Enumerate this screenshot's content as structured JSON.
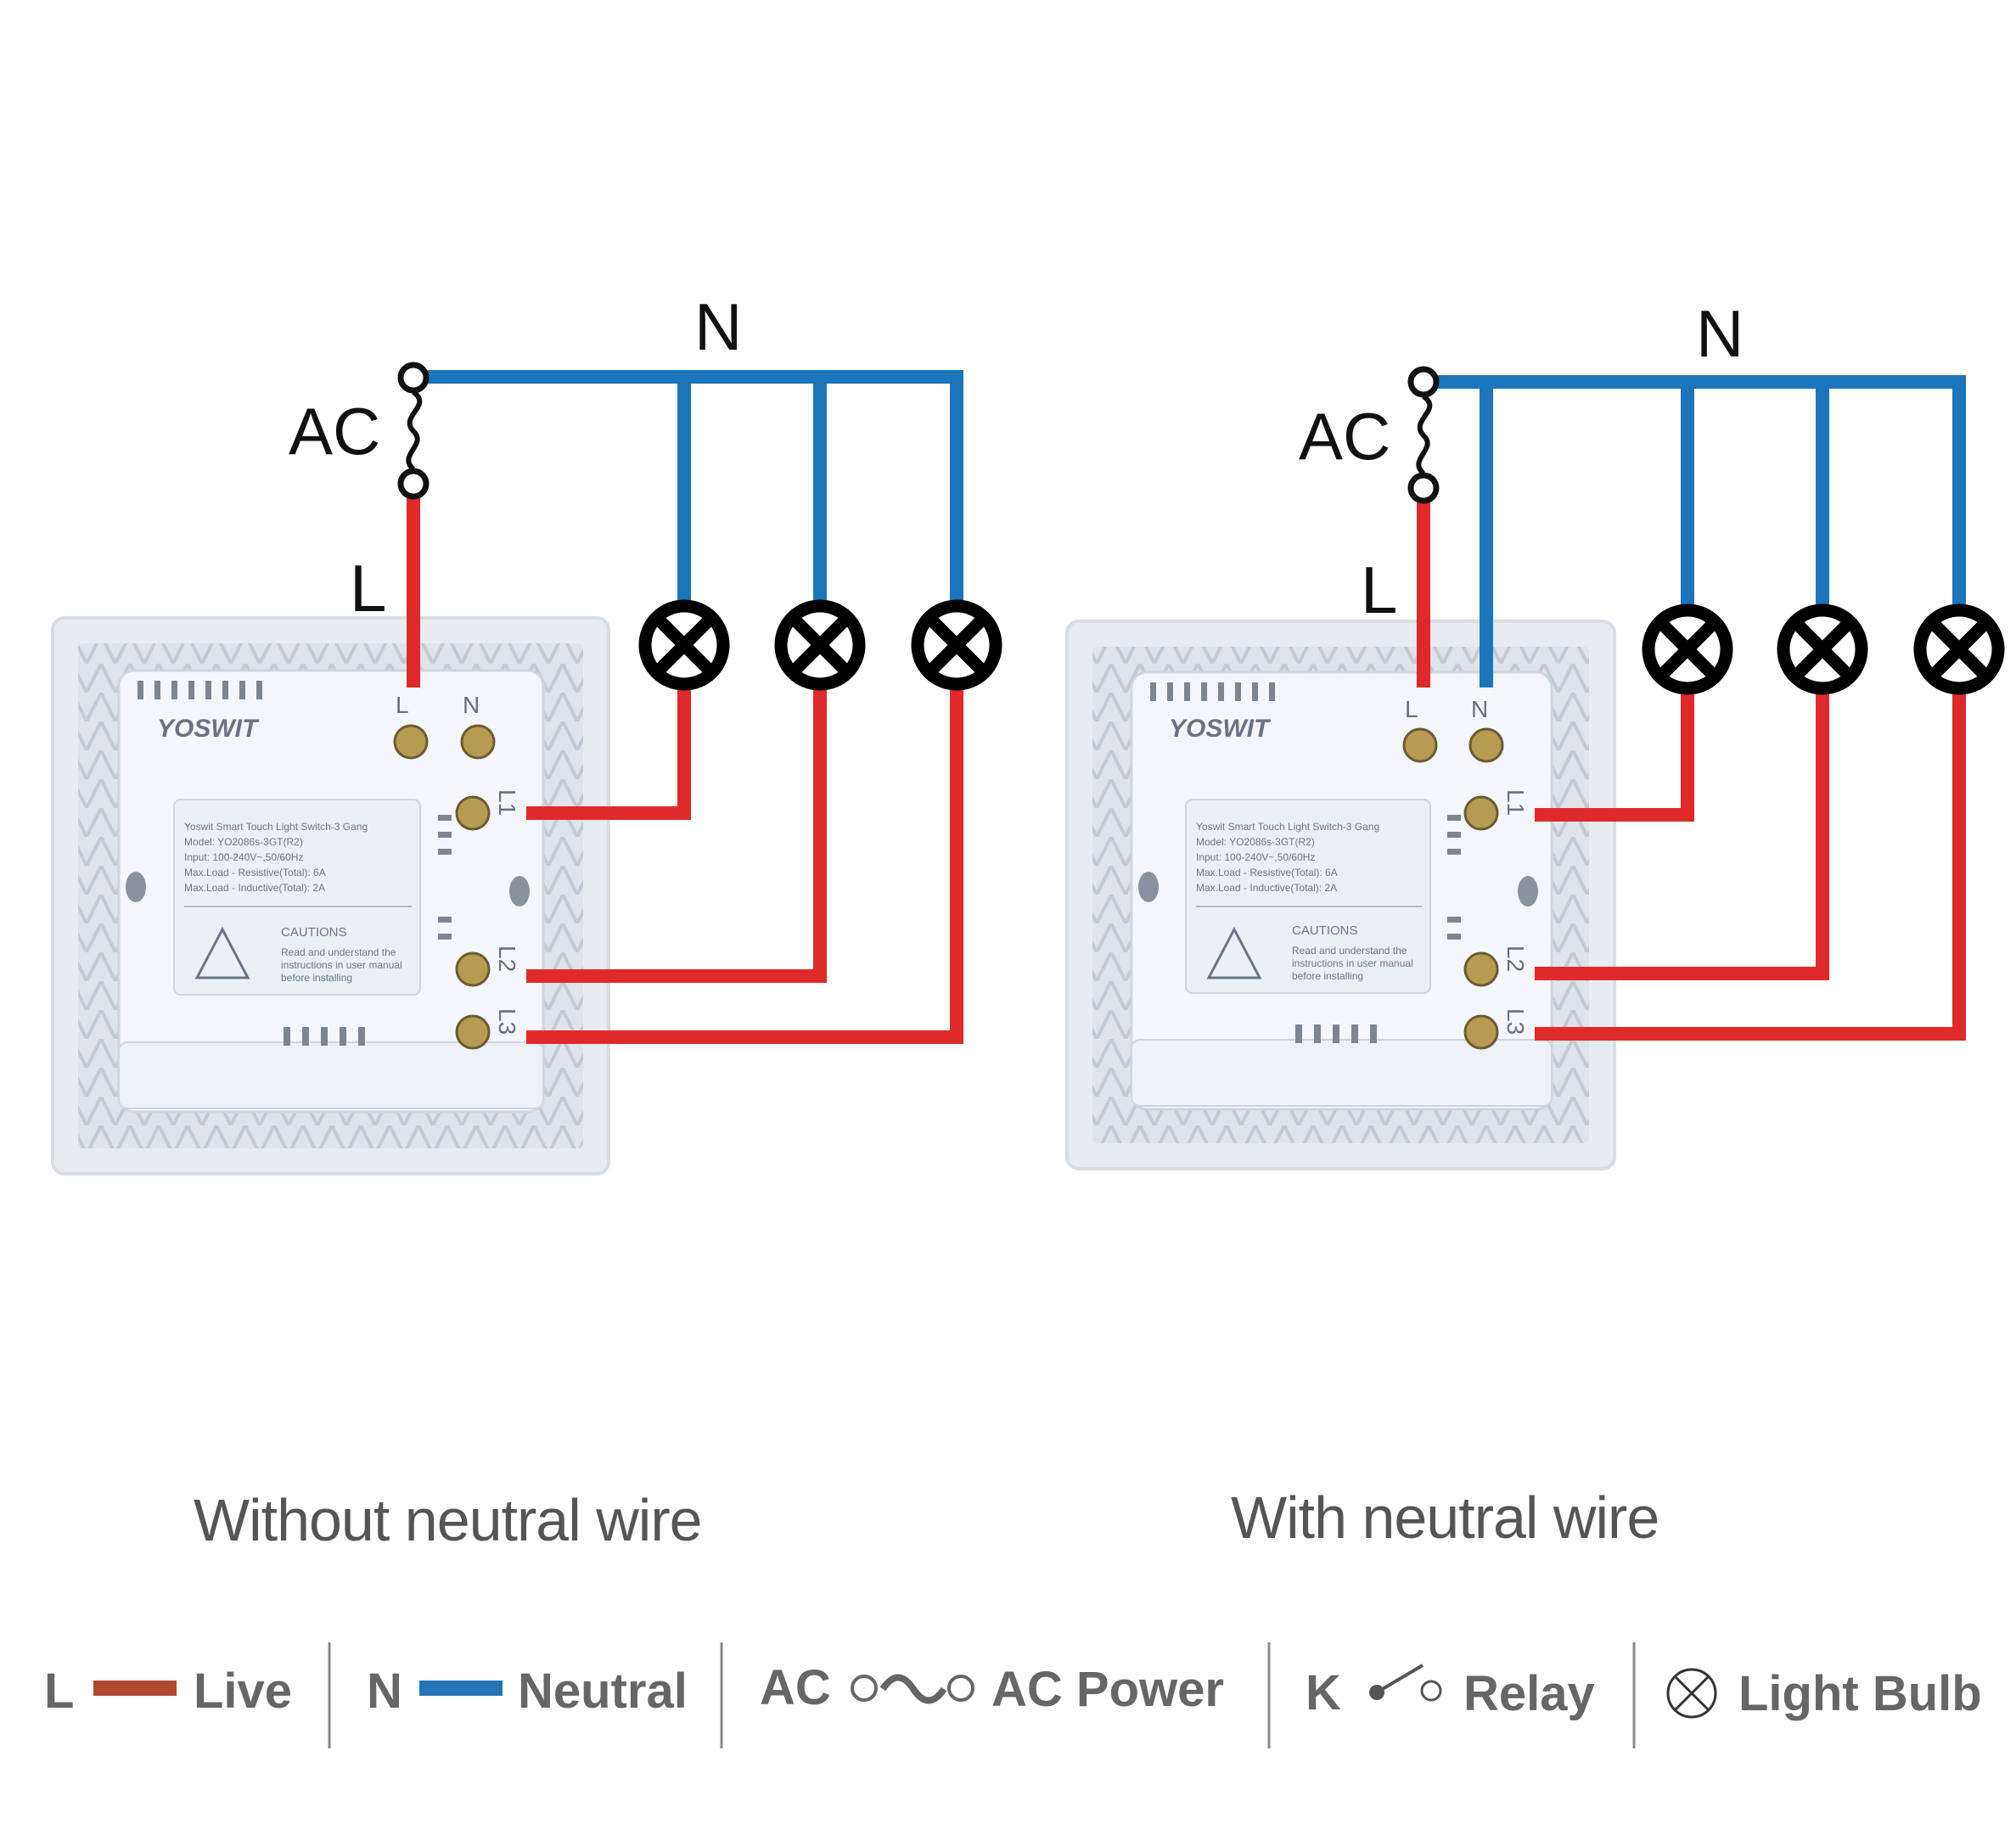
{
  "colors": {
    "live": "#e02a2a",
    "neutral": "#1b75bb",
    "legend_live": "#b1482f",
    "legend_neutral": "#2475b6",
    "bulb": "#000000"
  },
  "diagrams": [
    {
      "id": "without-neutral",
      "ac_label": "AC",
      "n_label": "N",
      "l_label": "L",
      "caption": "Without neutral wire",
      "brand": "YOSWIT",
      "terminal_L": "L",
      "terminal_N": "N",
      "outputs": [
        "L1",
        "L2",
        "L3"
      ],
      "label_lines": [
        "Yoswit Smart Touch Light Switch-3 Gang",
        "Model: YO2086s-3GT(R2)",
        "Input: 100-240V~,50/60Hz",
        "Max.Load - Resistive(Total): 6A",
        "Max.Load - Inductive(Total): 2A"
      ],
      "caution_title": "CAUTIONS",
      "caution_lines": [
        "Read and understand the",
        "instructions in user manual",
        "before installing"
      ],
      "neutral_to_switch": false
    },
    {
      "id": "with-neutral",
      "ac_label": "AC",
      "n_label": "N",
      "l_label": "L",
      "caption": "With neutral wire",
      "brand": "YOSWIT",
      "terminal_L": "L",
      "terminal_N": "N",
      "outputs": [
        "L1",
        "L2",
        "L3"
      ],
      "label_lines": [
        "Yoswit Smart Touch Light Switch-3 Gang",
        "Model: YO2086s-3GT(R2)",
        "Input: 100-240V~,50/60Hz",
        "Max.Load - Resistive(Total): 6A",
        "Max.Load - Inductive(Total): 2A"
      ],
      "caution_title": "CAUTIONS",
      "caution_lines": [
        "Read and understand the",
        "instructions in user manual",
        "before installing"
      ],
      "neutral_to_switch": true
    }
  ],
  "legend": {
    "live": {
      "symbol": "L",
      "text": "Live"
    },
    "neutral": {
      "symbol": "N",
      "text": "Neutral"
    },
    "ac": {
      "symbol": "AC",
      "text": "AC Power"
    },
    "relay": {
      "symbol": "K",
      "text": "Relay"
    },
    "bulb": {
      "text": "Light Bulb"
    }
  }
}
